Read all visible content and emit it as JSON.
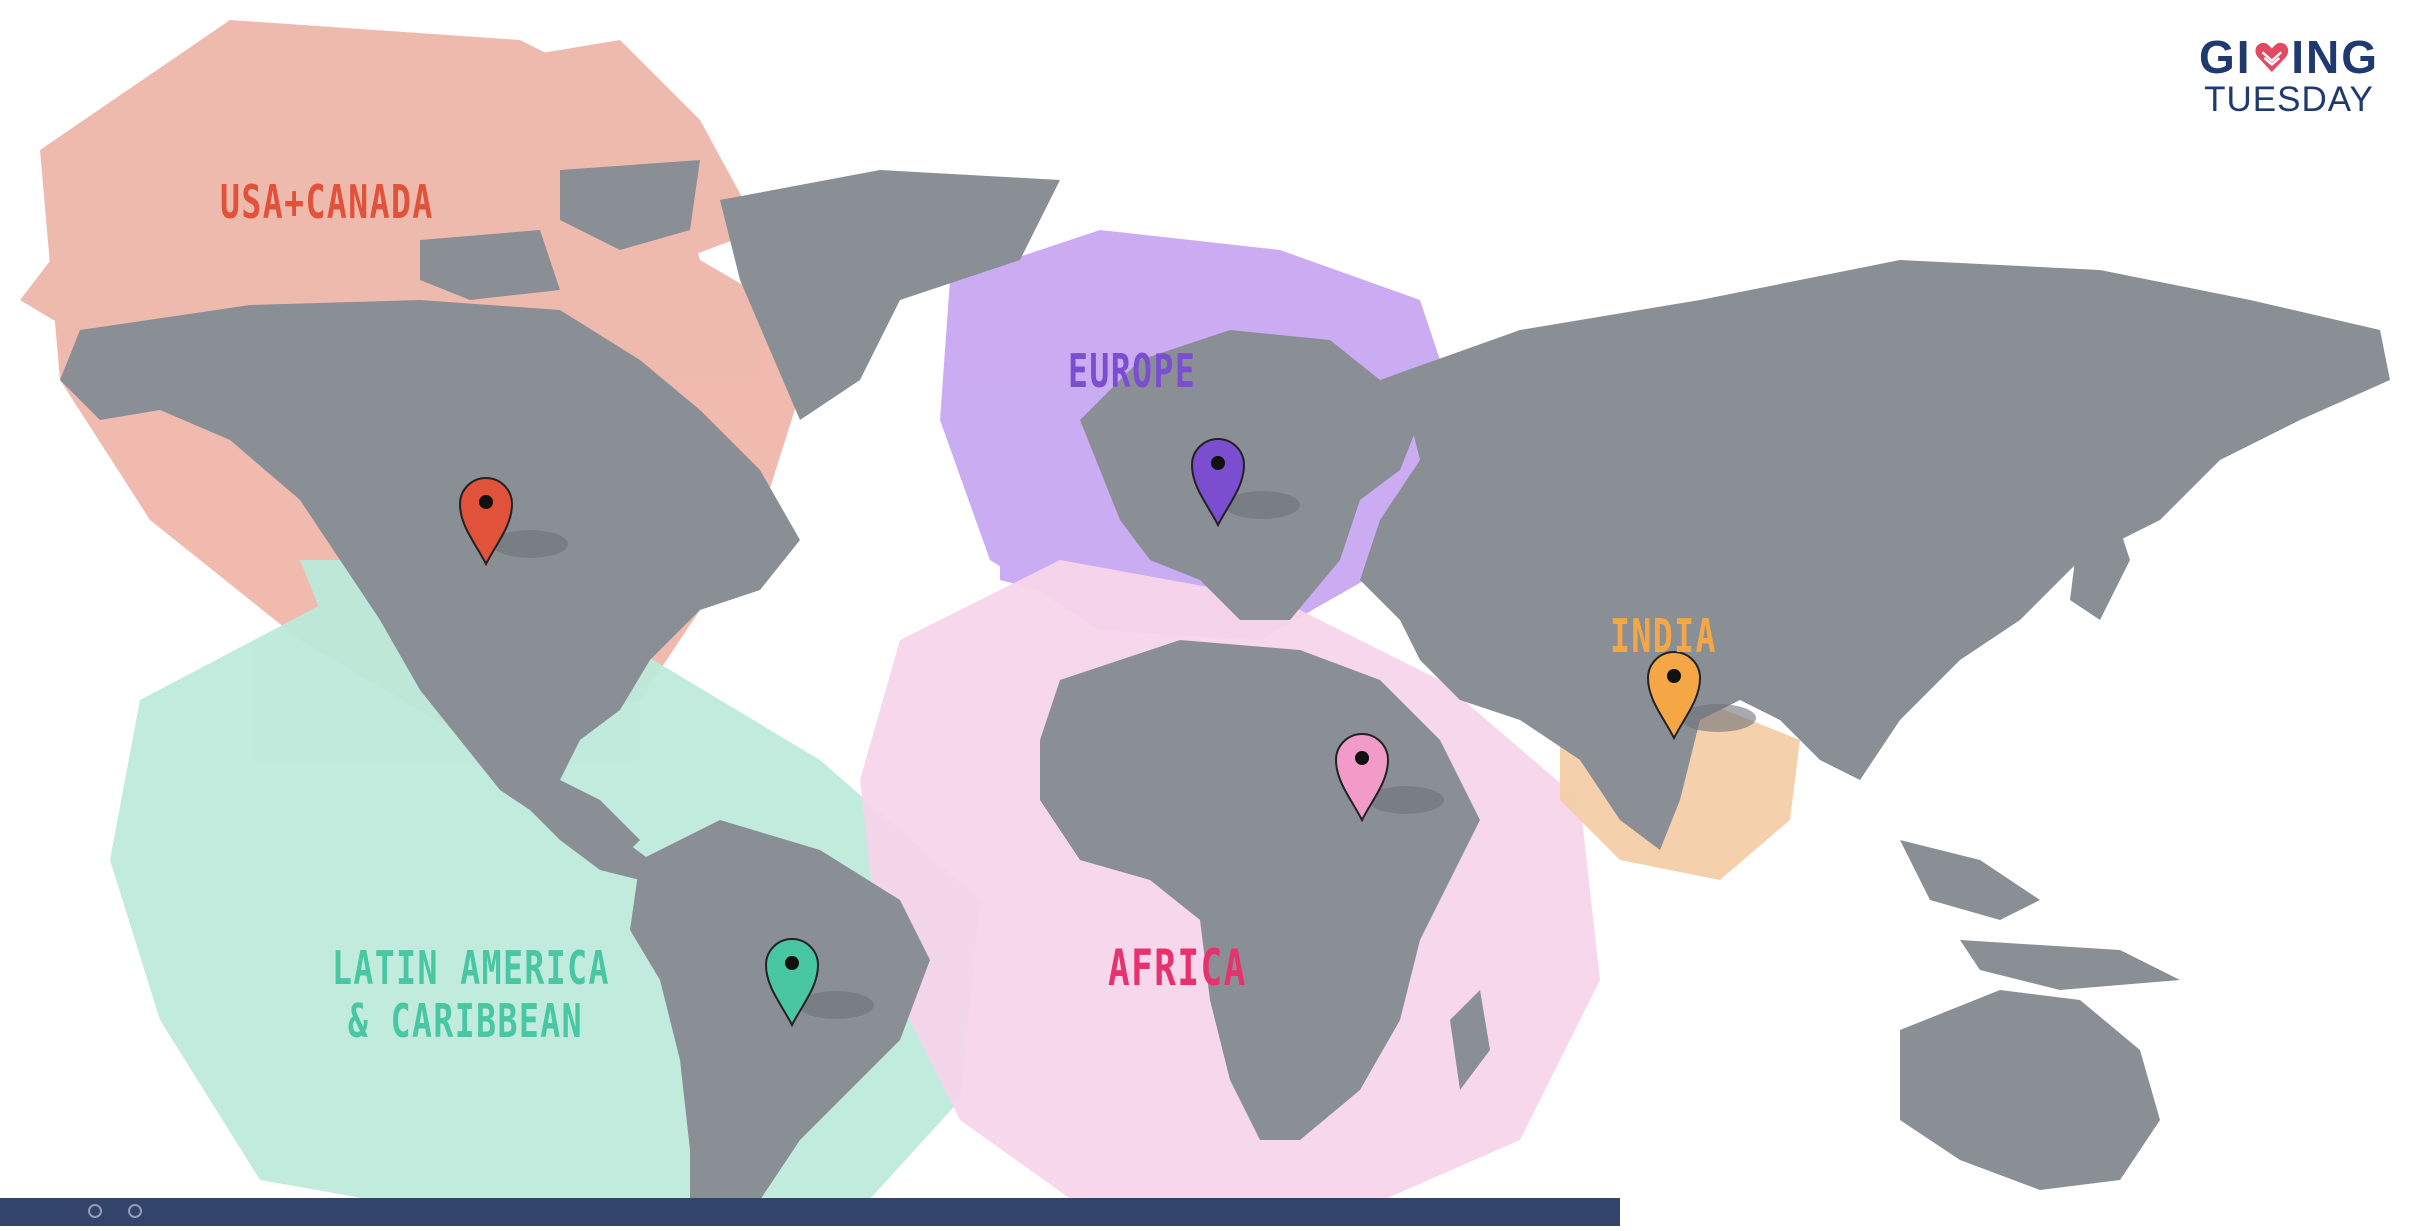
{
  "logo": {
    "line1_left": "GI",
    "line1_right": "ING",
    "line2": "TUESDAY",
    "heart_icon": "heart-icon"
  },
  "regions": [
    {
      "id": "usa",
      "label": "USA+CANADA",
      "color": "#e0523a"
    },
    {
      "id": "europe",
      "label": "EUROPE",
      "color": "#7b4ed0"
    },
    {
      "id": "india",
      "label": "INDIA",
      "color": "#f5a745"
    },
    {
      "id": "africa",
      "label": "AFRICA",
      "color": "#e6336e"
    },
    {
      "id": "latam",
      "label_line1": "LATIN AMERICA",
      "label_line2": "& CARIBBEAN",
      "color": "#48c7a2"
    }
  ],
  "colors": {
    "land": "#8a8f96",
    "usa_brush": "#efb7aa",
    "europe_brush": "#c8a8f2",
    "india_brush": "#f3cfa8",
    "africa_brush": "#f6d5ea",
    "latam_brush": "#bdeadb",
    "bottom_bar": "#33446b",
    "logo": "#1f3a6e",
    "logo_heart": "#e24a62"
  },
  "pins": [
    {
      "name": "usa",
      "color": "#e0523a",
      "icon": "map-pin-icon"
    },
    {
      "name": "europe",
      "color": "#7b4ed0",
      "icon": "map-pin-icon"
    },
    {
      "name": "india",
      "color": "#f5a745",
      "icon": "map-pin-icon"
    },
    {
      "name": "africa",
      "color": "#f29ac8",
      "icon": "map-pin-icon"
    },
    {
      "name": "latam",
      "color": "#48c7a2",
      "icon": "map-pin-icon"
    }
  ]
}
